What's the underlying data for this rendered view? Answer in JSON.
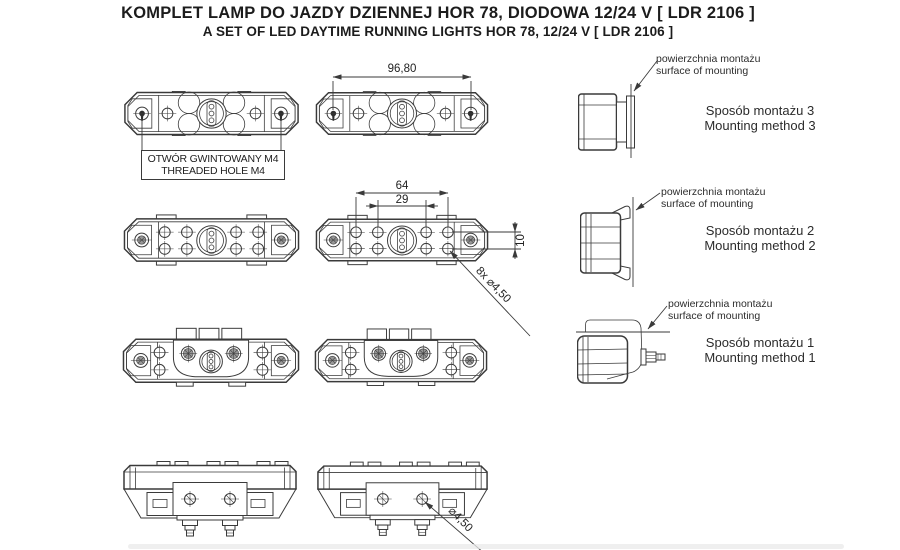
{
  "page": {
    "title_pl": "KOMPLET LAMP DO JAZDY DZIENNEJ HOR 78, DIODOWA 12/24 V [ LDR 2106 ]",
    "title_en": "A SET OF LED DAYTIME RUNNING LIGHTS HOR 78, 12/24 V [ LDR 2106 ]"
  },
  "callouts": {
    "threaded_hole_pl": "OTWÓR GWINTOWANY M4",
    "threaded_hole_en": "THREADED HOLE M4",
    "mounting_surface_pl": "powierzchnia montażu",
    "mounting_surface_en": "surface of mounting"
  },
  "dimensions": {
    "mounting_holes_distance": "96,80",
    "back_holes_outer_spacing": "64",
    "back_holes_inner_spacing": "29",
    "back_holes_row_spacing": "10",
    "back_holes_diameter": "8x ⌀4,50",
    "bracket_hole_diameter": "⌀4,50"
  },
  "mounting_methods": [
    {
      "pl": "Sposób montażu 3",
      "en": "Mounting method 3"
    },
    {
      "pl": "Sposób montażu 2",
      "en": "Mounting method 2"
    },
    {
      "pl": "Sposób montażu 1",
      "en": "Mounting method 1"
    }
  ],
  "colors": {
    "line": "#3a3a3a",
    "text": "#1a1a1a",
    "background": "#ffffff"
  }
}
